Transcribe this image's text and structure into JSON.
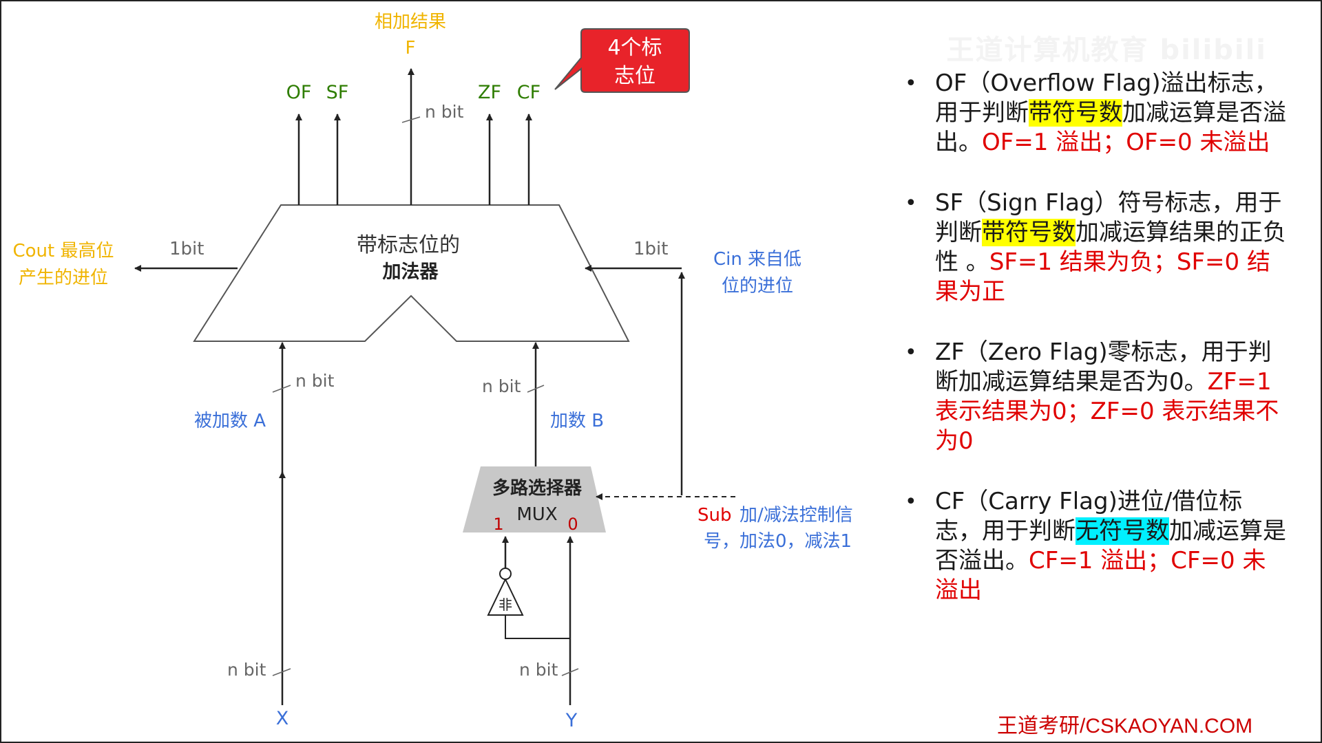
{
  "diagram": {
    "top_result_line1": "相加结果",
    "top_result_line2": "F",
    "flags": {
      "of": "OF",
      "sf": "SF",
      "zf": "ZF",
      "cf": "CF"
    },
    "flags_callout_line1": "4个标",
    "flags_callout_line2": "志位",
    "width_nbit": "n bit",
    "width_1bit": "1bit",
    "adder_line1": "带标志位的",
    "adder_line2": "加法器",
    "cout_line1": "Cout 最高位",
    "cout_line2": "产生的进位",
    "cin_line1": "Cin 来自低",
    "cin_line2": "位的进位",
    "operand_a": "被加数 A",
    "operand_b": "加数 B",
    "mux_line1": "多路选择器",
    "mux_line2": "MUX",
    "mux_in1": "1",
    "mux_in0": "0",
    "not_gate": "非",
    "sub_label": "Sub",
    "sub_desc_line1": "加/减法控制信",
    "sub_desc_line2": "号，加法0，减法1",
    "input_x": "X",
    "input_y": "Y"
  },
  "watermark": "王道计算机教育 bilibili",
  "notes": {
    "of": {
      "p1": "OF（Overflow Flag)溢出标志，用于判断",
      "hl": "带符号数",
      "p2": "加减运算是否溢出。",
      "red": "OF=1 溢出；OF=0 未溢出"
    },
    "sf": {
      "p1": "SF（Sign Flag）符号标志，用于判断",
      "hl": "带符号数",
      "p2": "加减运算结果的正负性 。",
      "red": "SF=1 结果为负；SF=0 结果为正"
    },
    "zf": {
      "p1": "ZF（Zero Flag)零标志，用于判断加减运算结果是否为0。",
      "red": "ZF=1 表示结果为0；ZF=0 表示结果不为0"
    },
    "cf": {
      "p1": "CF（Carry Flag)进位/借位标志，用于判断",
      "hl": "无符号数",
      "p2": "加减运算是否溢出。",
      "red": "CF=1 溢出；CF=0 未溢出"
    }
  },
  "footer": "王道考研/CSKAOYAN.COM",
  "colors": {
    "flag_green": "#2e7d00",
    "orange": "#f0b400",
    "blue": "#3a6fd8",
    "red": "#e00000",
    "gray_text": "#666666",
    "mux_fill": "#c8c8c8",
    "callout_red": "#e8232a"
  }
}
